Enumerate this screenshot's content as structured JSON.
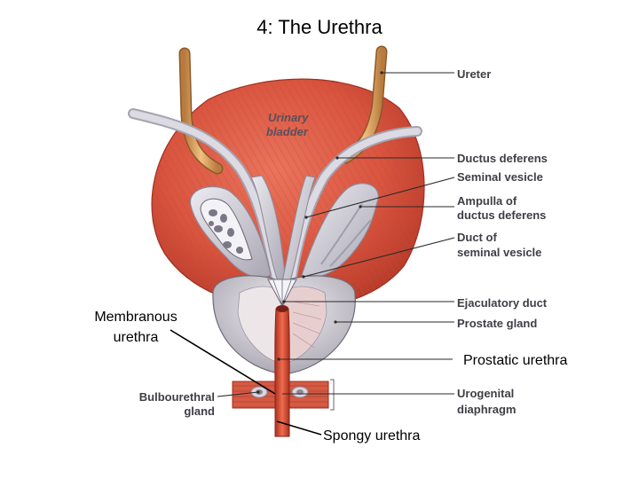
{
  "title": "4: The Urethra",
  "labels": {
    "ureter": "Ureter",
    "urinary_bladder_1": "Urinary",
    "urinary_bladder_2": "bladder",
    "ductus_deferens": "Ductus deferens",
    "seminal_vesicle": "Seminal vesicle",
    "ampulla_1": "Ampulla of",
    "ampulla_2": "ductus deferens",
    "duct_of_1": "Duct of",
    "duct_of_2": "seminal vesicle",
    "ejaculatory_duct": "Ejaculatory duct",
    "prostate_gland": "Prostate gland",
    "prostatic_urethra": "Prostatic urethra",
    "membranous_1": "Membranous",
    "membranous_2": "urethra",
    "bulbourethral_1": "Bulbourethral",
    "bulbourethral_2": "gland",
    "urogenital_1": "Urogenital",
    "urogenital_2": "diaphragm",
    "spongy_urethra": "Spongy urethra"
  },
  "colors": {
    "bladder": "#d9553f",
    "bladder_dark": "#b8392a",
    "ureter": "#d89a55",
    "vesicle": "#cfcdd6",
    "prostate": "#d9d6de",
    "urethra": "#d04a32",
    "label_gray": "#3e3e46",
    "leader_line": "#2a2a2a"
  }
}
